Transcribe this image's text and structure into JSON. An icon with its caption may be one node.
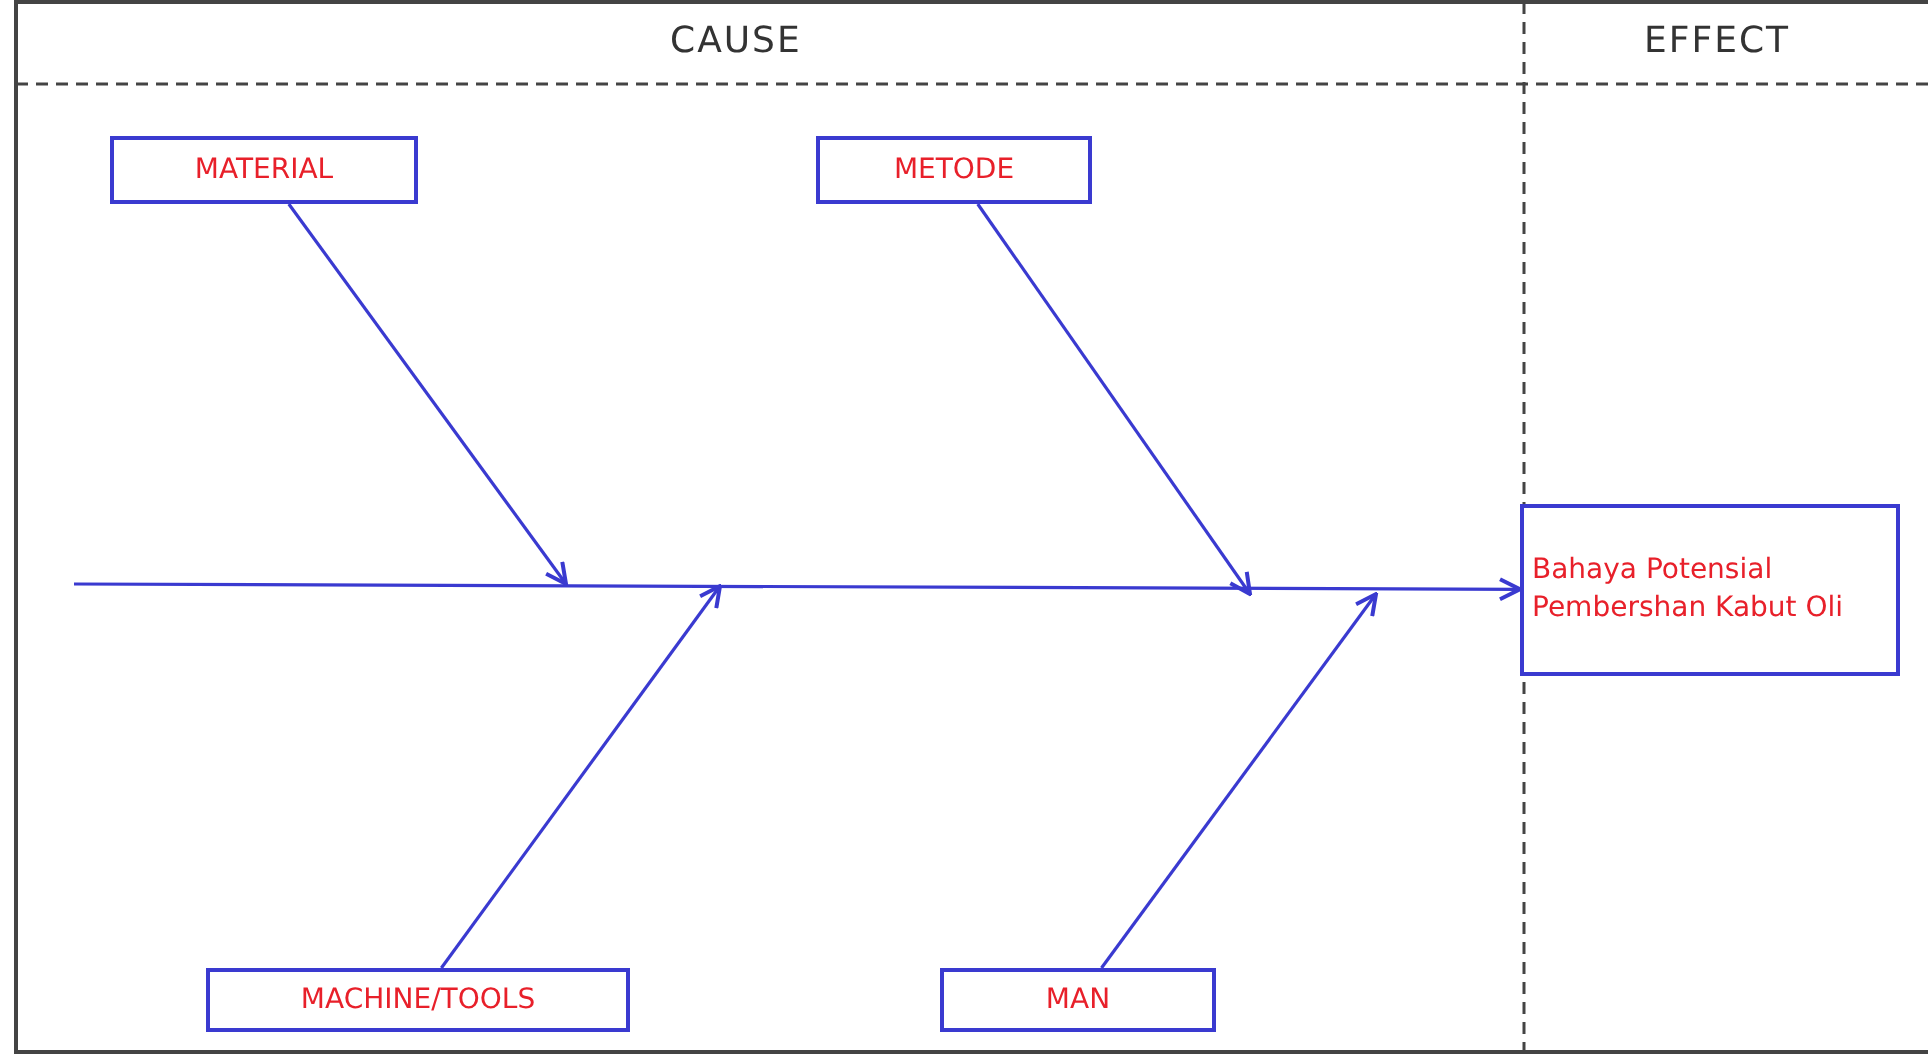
{
  "diagram": {
    "nodes": [
      {
        "text": [
          "MATERIAL"
        ]
      },
      {
        "text": [
          "METODE"
        ]
      },
      {
        "text": [
          "MACHINE/TOOLS"
        ]
      },
      {
        "text": [
          "MAN"
        ]
      },
      {
        "text": [
          "Bahaya Potensial Pembershan Kabut Oli"
        ]
      }
    ],
    "edges": [
      {
        "from": 0,
        "to": null,
        "arrow": "to"
      },
      {
        "from": 1,
        "to": null,
        "arrow": "to"
      },
      {
        "from": 2,
        "to": null,
        "arrow": "to"
      },
      {
        "from": 3,
        "to": null,
        "arrow": "to"
      },
      {
        "from": null,
        "to": 4,
        "arrow": "to"
      }
    ],
    "labels": [
      "CAUSE",
      "EFFECT"
    ]
  }
}
